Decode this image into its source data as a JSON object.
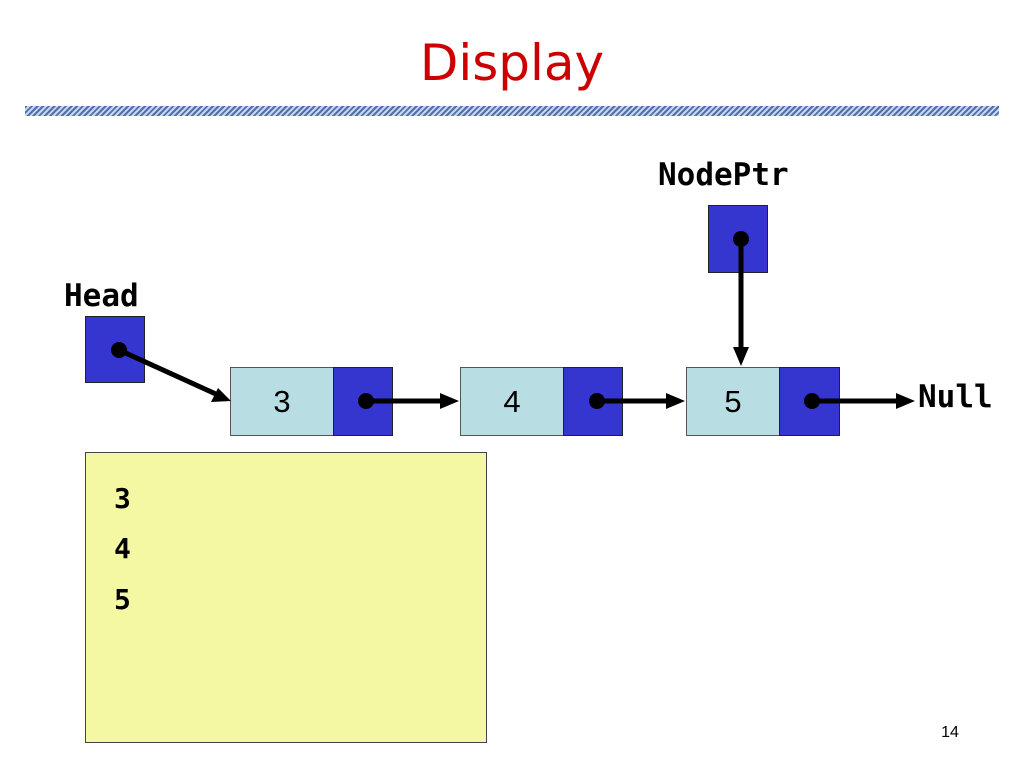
{
  "slide": {
    "title": "Display",
    "page_number": "14"
  },
  "labels": {
    "head": "Head",
    "node_ptr": "NodePtr",
    "null": "Null"
  },
  "nodes": [
    {
      "value": "3"
    },
    {
      "value": "4"
    },
    {
      "value": "5"
    }
  ],
  "output": [
    "3",
    "4",
    "5"
  ],
  "colors": {
    "title": "#cc0000",
    "pointer_box": "#3535cf",
    "data_box": "#b8dde2",
    "output_box": "#f4f8a2"
  }
}
